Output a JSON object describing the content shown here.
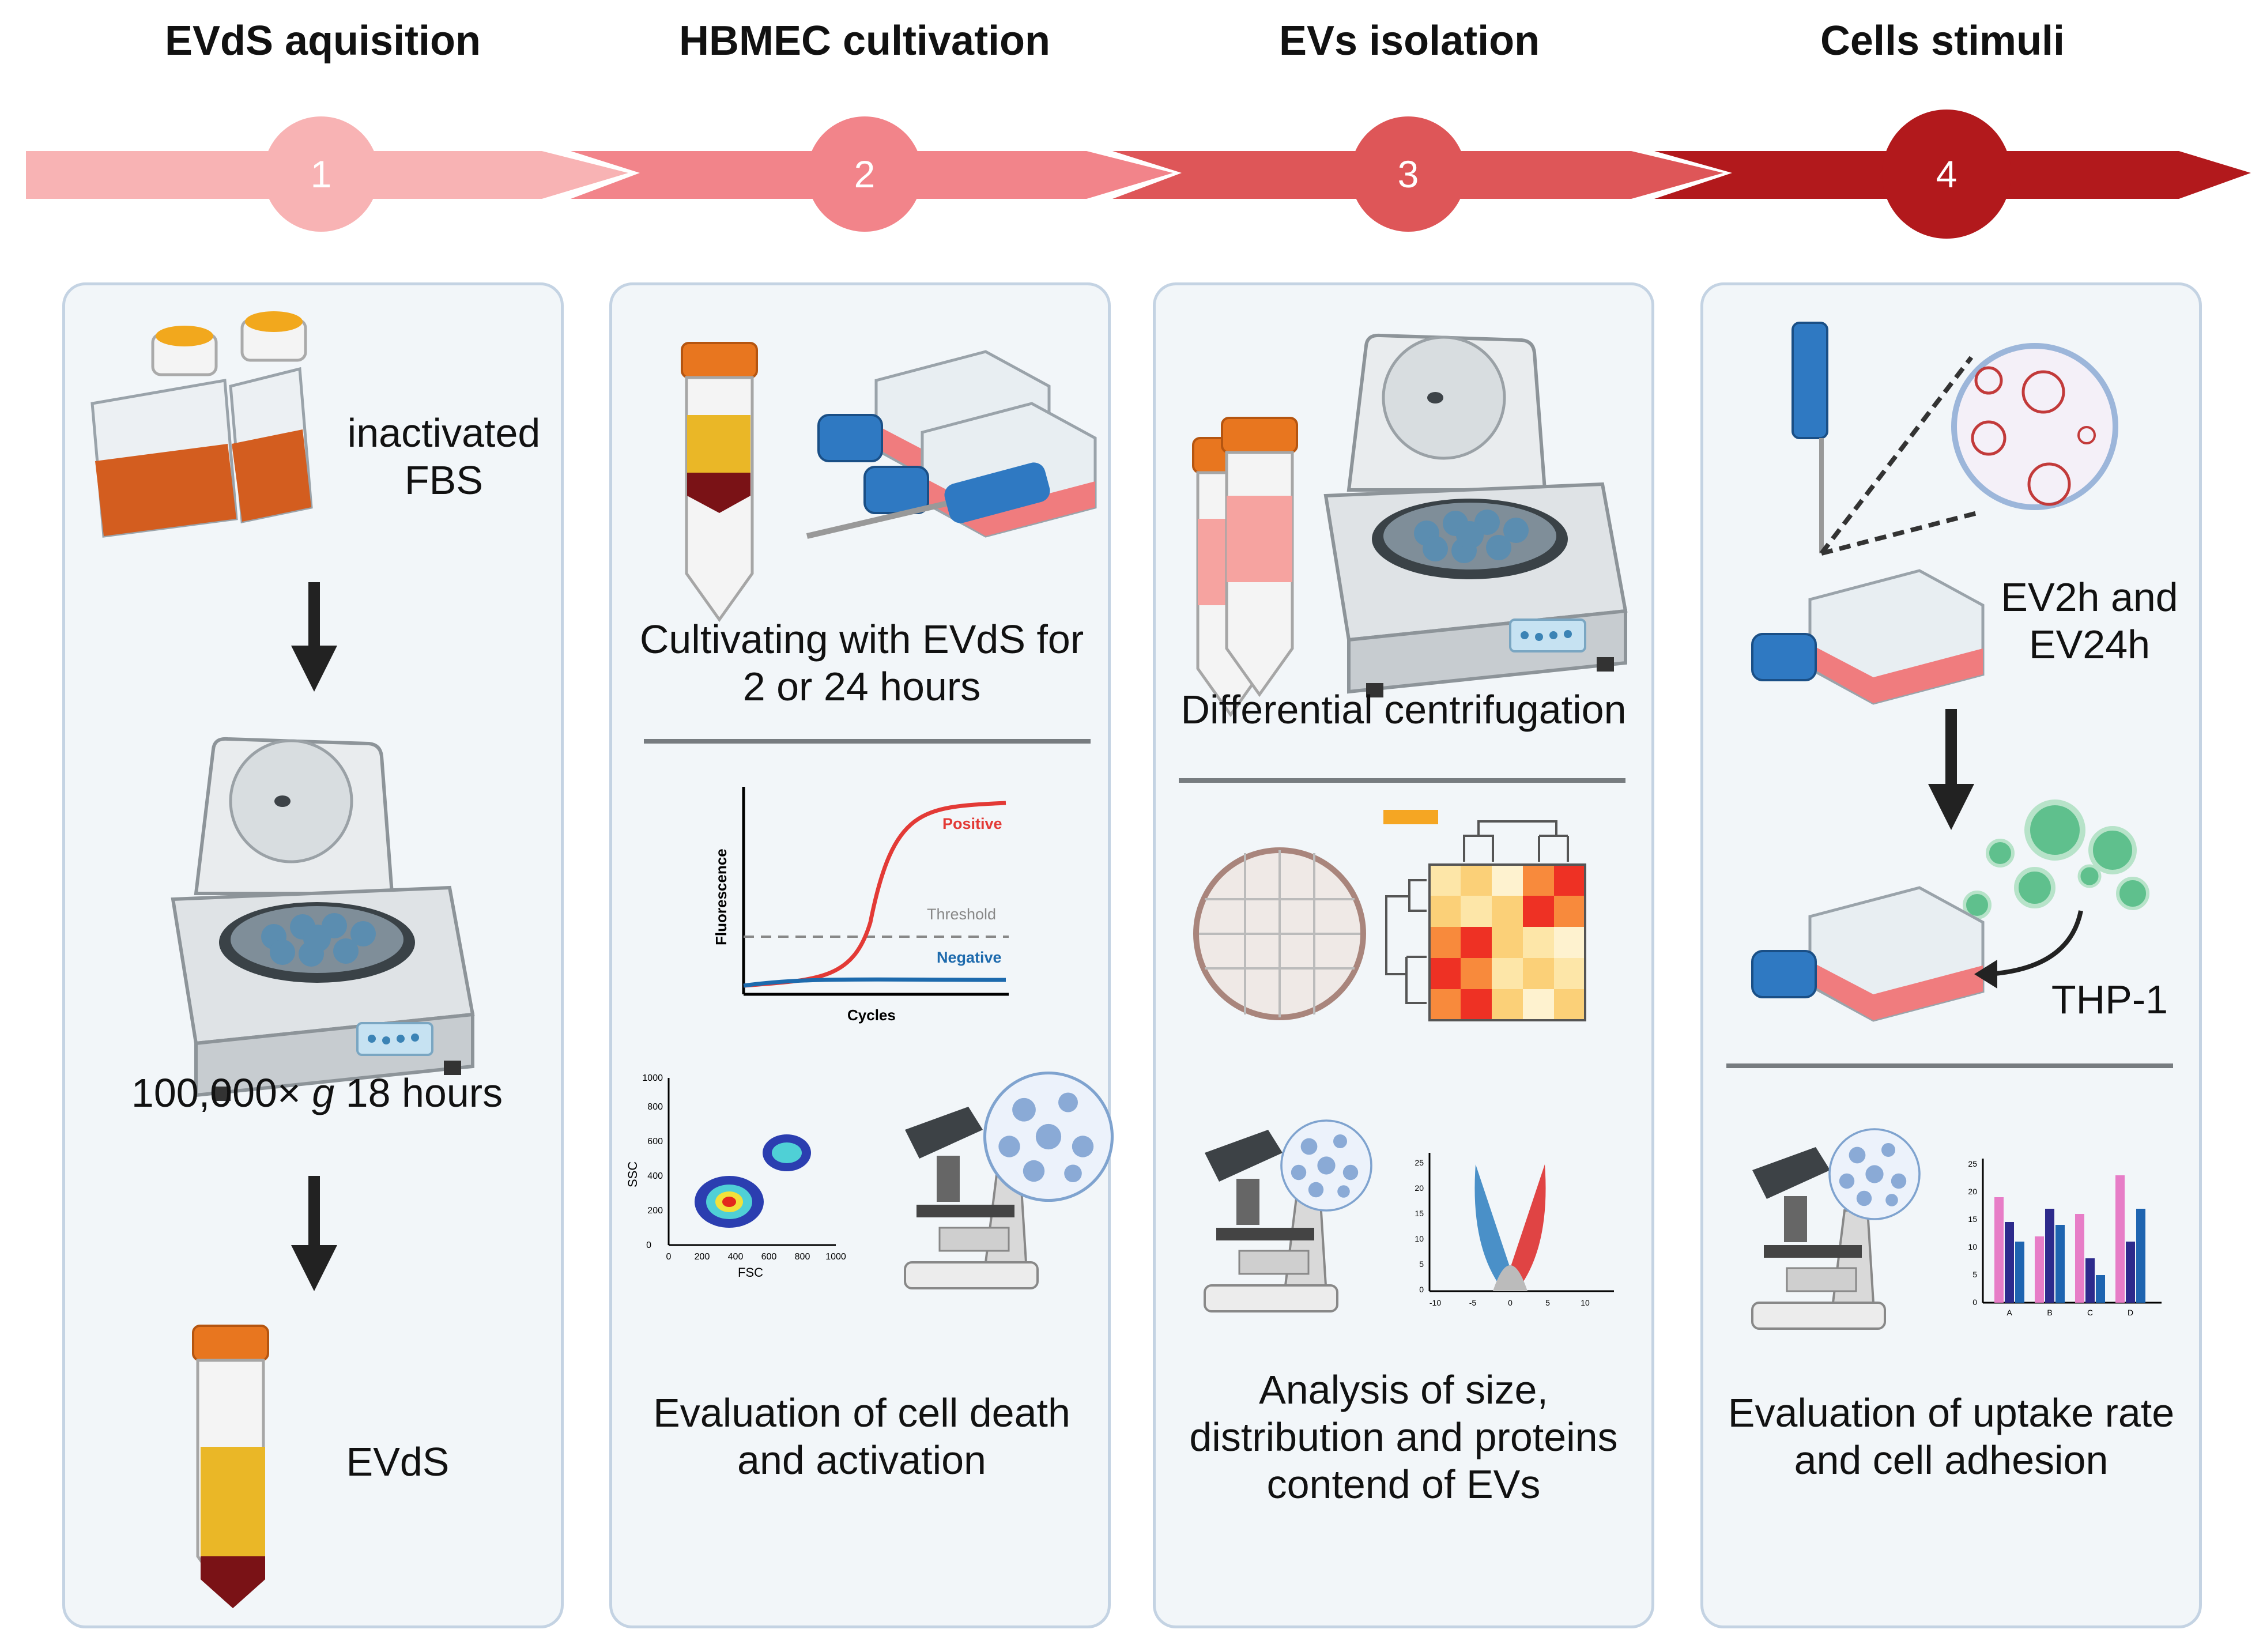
{
  "steps": [
    {
      "number": "1",
      "title": "EVdS aquisition"
    },
    {
      "number": "2",
      "title": "HBMEC cultivation"
    },
    {
      "number": "3",
      "title": "EVs isolation"
    },
    {
      "number": "4",
      "title": "Cells stimuli"
    }
  ],
  "colors": {
    "step1": "#f8b3b4",
    "step2": "#f2848a",
    "step3": "#de5658",
    "step4": "#b2191c",
    "panel_fill": "#f2f6f9",
    "panel_border": "#c4d3e3"
  },
  "panel1": {
    "fbs_line1": "inactivated",
    "fbs_line2": "FBS",
    "centrifuge_pre": "100,000× ",
    "centrifuge_g": "g",
    "centrifuge_post": " 18 hours",
    "product": "EVdS"
  },
  "panel2": {
    "culture_line1": "Cultivating with EVdS for",
    "culture_line2": "2 or 24 hours",
    "pcr": {
      "positive": "Positive",
      "threshold": "Threshold",
      "negative": "Negative",
      "ylabel": "Fluorescence",
      "xlabel": "Cycles"
    },
    "flow": {
      "ylabel": "SSC",
      "xlabel": "FSC",
      "yticks": [
        "0",
        "200",
        "400",
        "600",
        "800",
        "1000"
      ],
      "xticks": [
        "0",
        "200",
        "400",
        "600",
        "800",
        "1000"
      ]
    },
    "eval_line1": "Evaluation of cell death",
    "eval_line2": "and activation"
  },
  "panel3": {
    "centrifugation": "Differential centrifugation",
    "volcano": {
      "yticks": [
        "0",
        "5",
        "10",
        "15",
        "20",
        "25"
      ],
      "xticks": [
        "-10",
        "-5",
        "0",
        "5",
        "10"
      ]
    },
    "analysis_line1": "Analysis of size,",
    "analysis_line2": "distribution and proteins",
    "analysis_line3": "contend of EVs"
  },
  "panel4": {
    "ev_line1": "EV2h and",
    "ev_line2": "EV24h",
    "cells": "THP-1",
    "bars": {
      "yticks": [
        "0",
        "5",
        "10",
        "15",
        "20",
        "25"
      ],
      "categories": [
        "A",
        "B",
        "C",
        "D"
      ]
    },
    "eval_line1": "Evaluation of uptake rate",
    "eval_line2": "and cell adhesion"
  }
}
